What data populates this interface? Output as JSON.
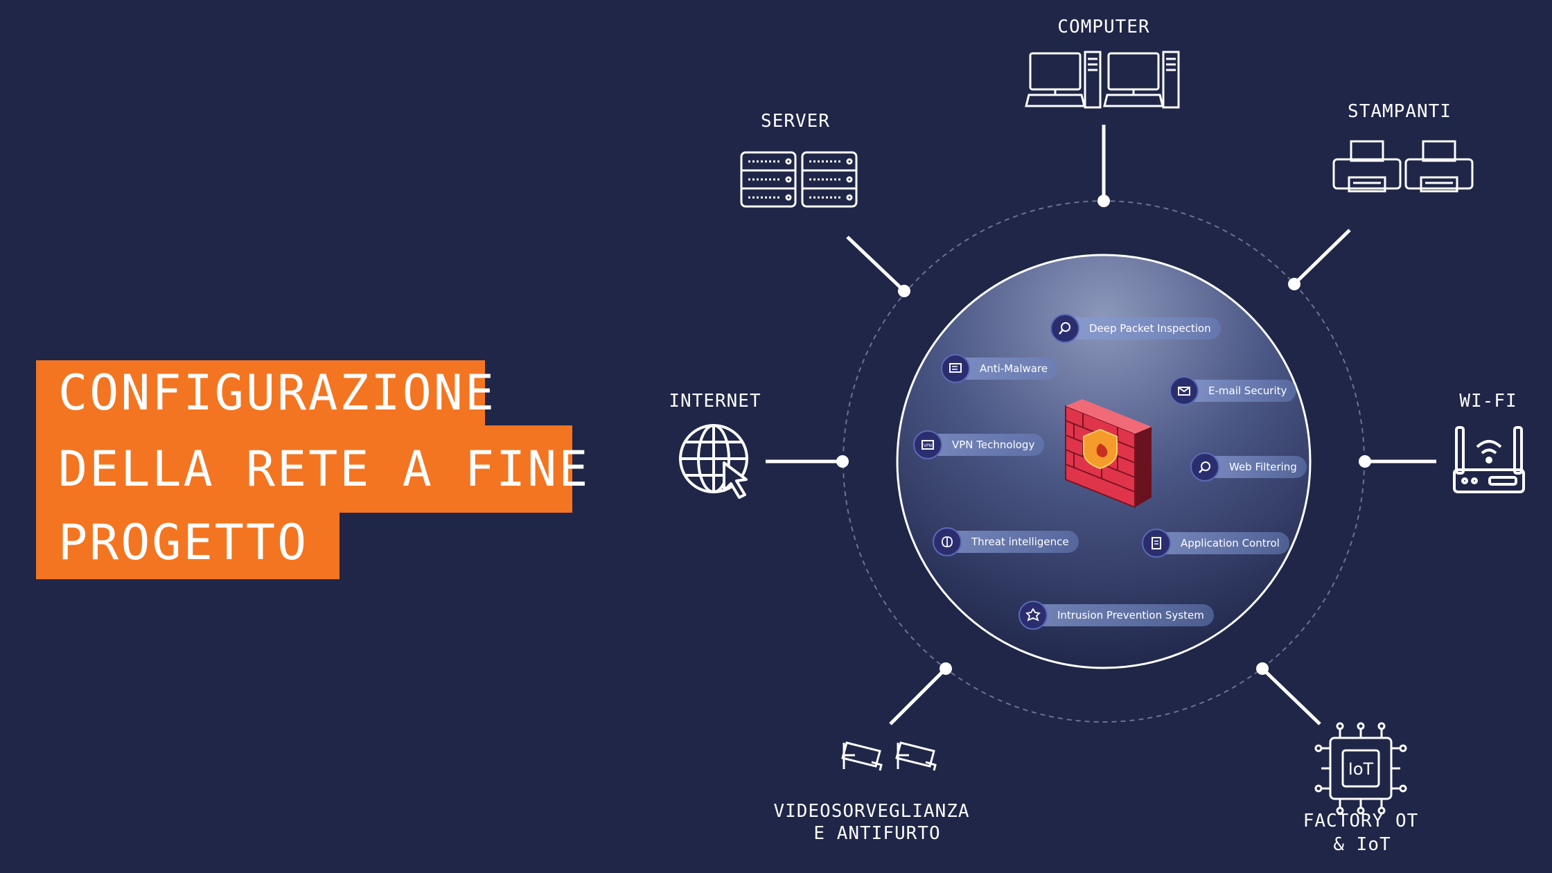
{
  "title": {
    "line1": "CONFIGURAZIONE",
    "line2": "DELLA RETE A FINE",
    "line3": "PROGETTO"
  },
  "nodes": {
    "computer": "COMPUTER",
    "server": "SERVER",
    "stampanti": "STAMPANTI",
    "internet": "INTERNET",
    "wifi": "WI-FI",
    "videosorveglianza_line1": "VIDEOSORVEGLIANZA",
    "videosorveglianza_line2": "E ANTIFURTO",
    "factory_line1": "FACTORY OT",
    "factory_line2": "& IoT"
  },
  "features": [
    {
      "label": "Deep Packet Inspection",
      "icon": "magnifier-icon"
    },
    {
      "label": "Anti-Malware",
      "icon": "malware-icon"
    },
    {
      "label": "E-mail Security",
      "icon": "email-icon"
    },
    {
      "label": "VPN Technology",
      "icon": "vpn-icon"
    },
    {
      "label": "Web Filtering",
      "icon": "web-filter-icon"
    },
    {
      "label": "Threat intelligence",
      "icon": "brain-icon"
    },
    {
      "label": "Application Control",
      "icon": "app-control-icon"
    },
    {
      "label": "Intrusion Prevention System",
      "icon": "ips-icon"
    }
  ],
  "iot_chip_text": "IoT",
  "colors": {
    "background": "#1f2647",
    "accent": "#f37521",
    "pill_badge": "#2b2e6e",
    "firewall_brick": "#e0344a"
  }
}
